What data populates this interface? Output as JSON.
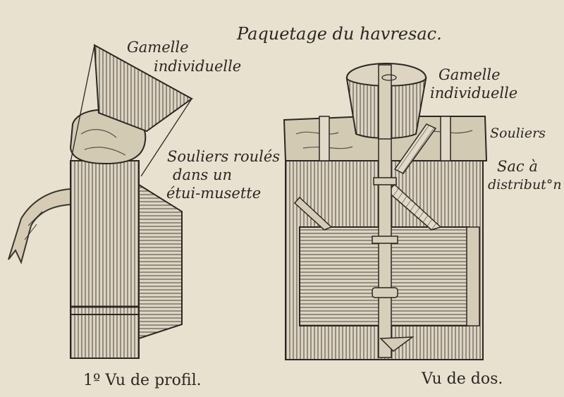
{
  "title": "Paquetage du havresac.",
  "figures": [
    {
      "caption": "1º Vu de profil.",
      "labels": {
        "gamelle_line1": "Gamelle",
        "gamelle_line2": "individuelle",
        "souliers_line1": "Souliers roulés",
        "souliers_line2": "dans un",
        "souliers_line3": "étui-musette"
      }
    },
    {
      "caption": "Vu de dos.",
      "labels": {
        "gamelle_line1": "Gamelle",
        "gamelle_line2": "individuelle",
        "souliers": "Souliers",
        "sac_line1": "Sac à",
        "sac_line2": "distribut°n"
      }
    }
  ],
  "colors": {
    "paper": "#e8e1cf",
    "ink": "#2b2723"
  }
}
